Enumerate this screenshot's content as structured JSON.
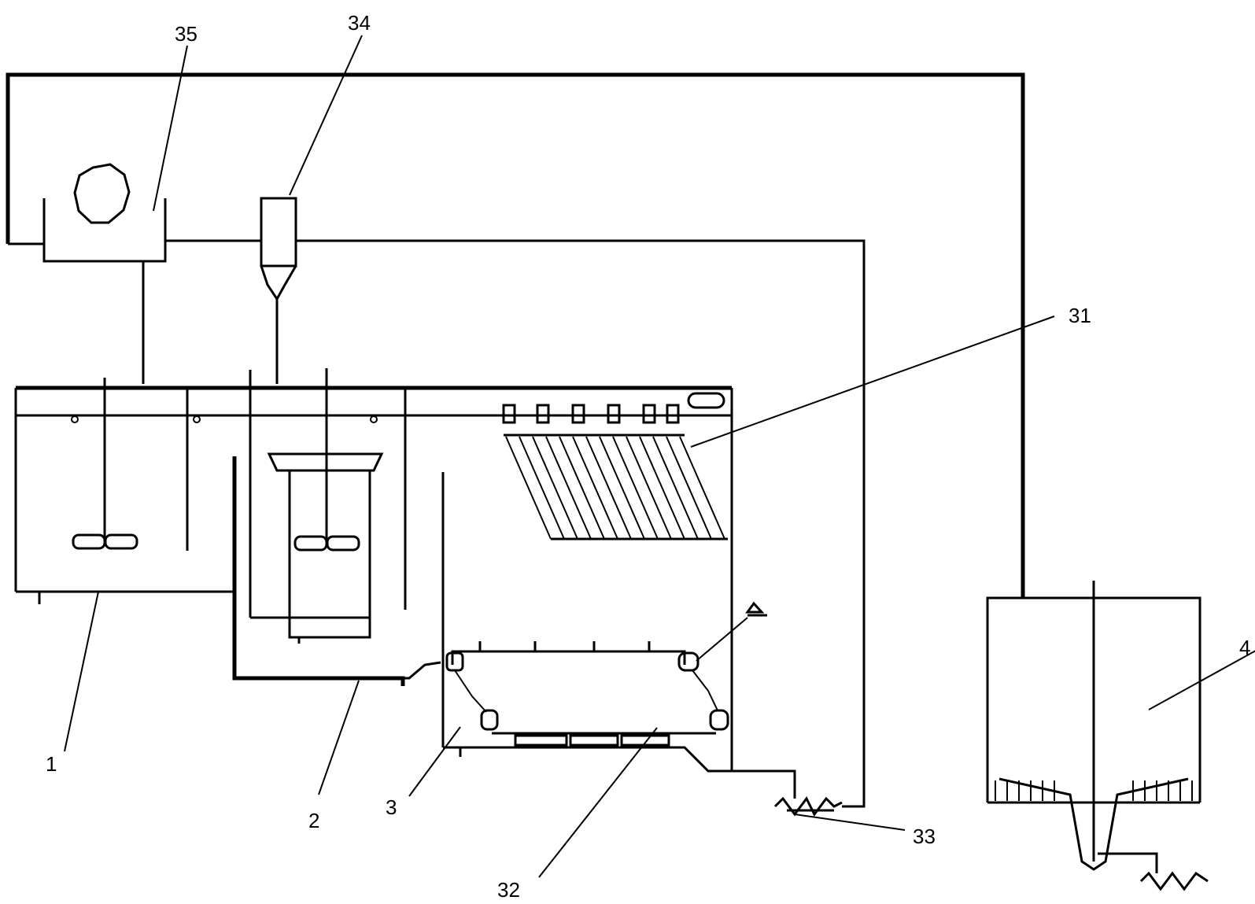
{
  "labels": {
    "l1": "1",
    "l2": "2",
    "l3": "3",
    "l4": "4",
    "l31": "31",
    "l32": "32",
    "l33": "33",
    "l34": "34",
    "l35": "35"
  }
}
